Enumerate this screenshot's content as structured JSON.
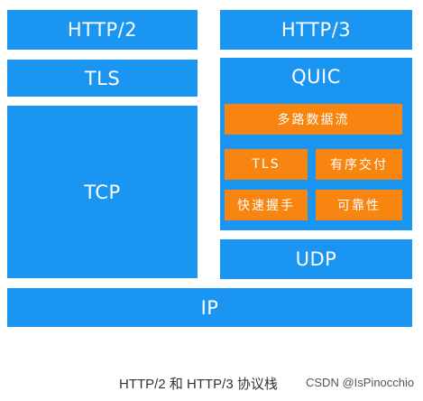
{
  "diagram": {
    "left_stack": {
      "http2": "HTTP/2",
      "tls": "TLS",
      "tcp": "TCP"
    },
    "right_stack": {
      "http3": "HTTP/3",
      "quic": "QUIC",
      "quic_features": {
        "multiplexed_streams": "多路数据流",
        "tls": "TLS",
        "ordered_delivery": "有序交付",
        "fast_handshake": "快速握手",
        "reliability": "可靠性"
      },
      "udp": "UDP"
    },
    "ip": "IP"
  },
  "caption": "HTTP/2 和 HTTP/3 协议栈",
  "watermark": "CSDN @IsPinocchio",
  "colors": {
    "layer": "#1b95f2",
    "feature": "#f7850f",
    "text": "#ffffff"
  }
}
